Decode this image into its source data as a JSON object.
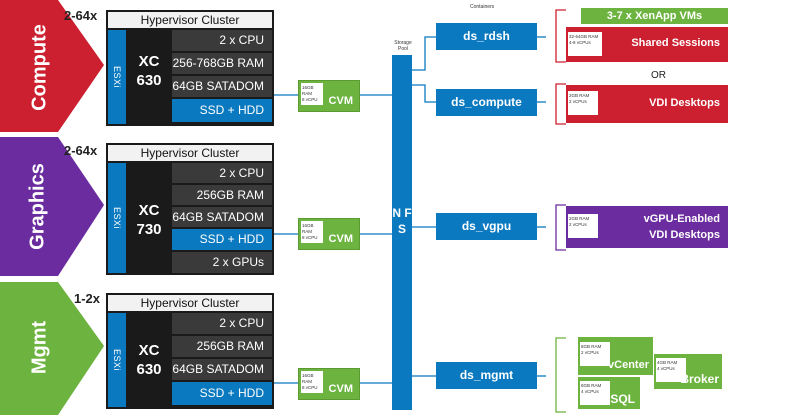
{
  "colors": {
    "compute": "#cc1f2f",
    "graphics": "#6a2c9e",
    "mgmt": "#6db33f",
    "blue": "#0a79c0",
    "dark": "#1a1a1a",
    "green": "#6db33f"
  },
  "sections": [
    {
      "label": "Compute",
      "count": "2-64x",
      "cluster_title": "Hypervisor Cluster",
      "esxi": "ESXi",
      "model_line1": "XC",
      "model_line2": "630",
      "rows": [
        "2 x CPU",
        "256-768GB RAM",
        "64GB SATADOM",
        "SSD + HDD"
      ],
      "cvm_spec_1": "16GB RAM",
      "cvm_spec_2": "8 vCPU",
      "cvm_label": "CVM"
    },
    {
      "label": "Graphics",
      "count": "2-64x",
      "cluster_title": "Hypervisor Cluster",
      "esxi": "ESXi",
      "model_line1": "XC",
      "model_line2": "730",
      "rows": [
        "2 x CPU",
        "256GB RAM",
        "64GB SATADOM",
        "SSD + HDD",
        "2 x GPUs"
      ],
      "cvm_spec_1": "16GB RAM",
      "cvm_spec_2": "8 vCPU",
      "cvm_label": "CVM"
    },
    {
      "label": "Mgmt",
      "count": "1-2x",
      "cluster_title": "Hypervisor Cluster",
      "esxi": "ESXi",
      "model_line1": "XC",
      "model_line2": "630",
      "rows": [
        "2 x CPU",
        "256GB RAM",
        "64GB SATADOM",
        "SSD + HDD"
      ],
      "cvm_spec_1": "16GB RAM",
      "cvm_spec_2": "8 vCPU",
      "cvm_label": "CVM"
    }
  ],
  "storage_pool_line1": "Storage",
  "storage_pool_line2": "Pool",
  "nfs": "N F S",
  "containers_label": "Containers",
  "datastores": [
    "ds_rdsh",
    "ds_compute",
    "ds_vgpu",
    "ds_mgmt"
  ],
  "vms": {
    "xenapp_title": "3-7 x XenApp VMs",
    "shared_sessions": "Shared Sessions",
    "shared_spec_1": "32-64GB RAM",
    "shared_spec_2": "4-8 vCPUs",
    "or": "OR",
    "vdi_desktops": "VDI Desktops",
    "vdi_spec_1": "2GB RAM",
    "vdi_spec_2": "2 vCPUs",
    "vgpu_line1": "vGPU-Enabled",
    "vgpu_line2": "VDI Desktops",
    "vgpu_spec_1": "2GB RAM",
    "vgpu_spec_2": "2 vCPUs",
    "vcenter": "vCenter",
    "vcenter_spec_1": "8GB RAM",
    "vcenter_spec_2": "2 vCPUs",
    "sql": "SQL",
    "sql_spec_1": "8GB RAM",
    "sql_spec_2": "4 vCPUs",
    "broker": "Broker",
    "broker_spec_1": "4GB RAM",
    "broker_spec_2": "4 vCPUs"
  }
}
